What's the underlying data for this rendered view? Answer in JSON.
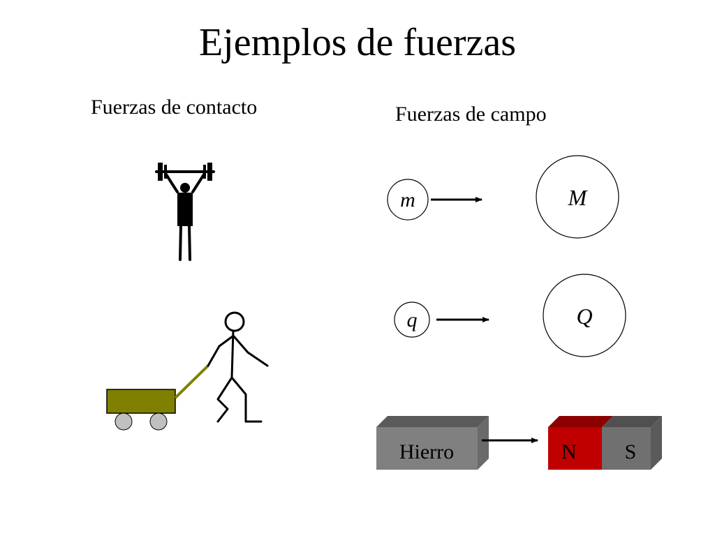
{
  "title": "Ejemplos de fuerzas",
  "contact_heading": "Fuerzas de contacto",
  "field_heading": "Fuerzas de campo",
  "gravity": {
    "small_label": "m",
    "large_label": "M"
  },
  "electric": {
    "small_label": "q",
    "large_label": "Q"
  },
  "magnet": {
    "iron_label": "Hierro",
    "north_label": "N",
    "south_label": "S"
  },
  "colors": {
    "cart_body": "#808000",
    "cart_wheel": "#c0c0c0",
    "north_pole": "#c00000",
    "south_pole": "#707070",
    "iron_block": "#808080"
  },
  "icons": [
    "weightlifter-icon",
    "person-pulling-cart-icon",
    "wagon-icon",
    "arrow-right-icon"
  ]
}
